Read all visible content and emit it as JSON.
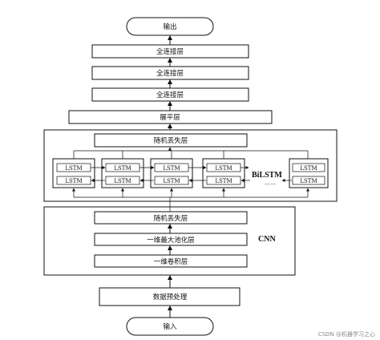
{
  "nodes": {
    "output": "输出",
    "fc1": "全连接层",
    "fc2": "全连接层",
    "fc3": "全连接层",
    "flatten": "展平层",
    "dropout_bilstm": "随机丢失层",
    "dropout_cnn": "随机丢失层",
    "maxpool": "一维最大池化层",
    "conv": "一维卷积层",
    "preprocess": "数据预处理",
    "input": "输入"
  },
  "lstm_cell_label": "LSTM",
  "ellipsis": "……",
  "groups": {
    "bilstm_label": "BiLSTM",
    "cnn_label": "CNN"
  },
  "watermark": "CSDN @机器学习之心"
}
